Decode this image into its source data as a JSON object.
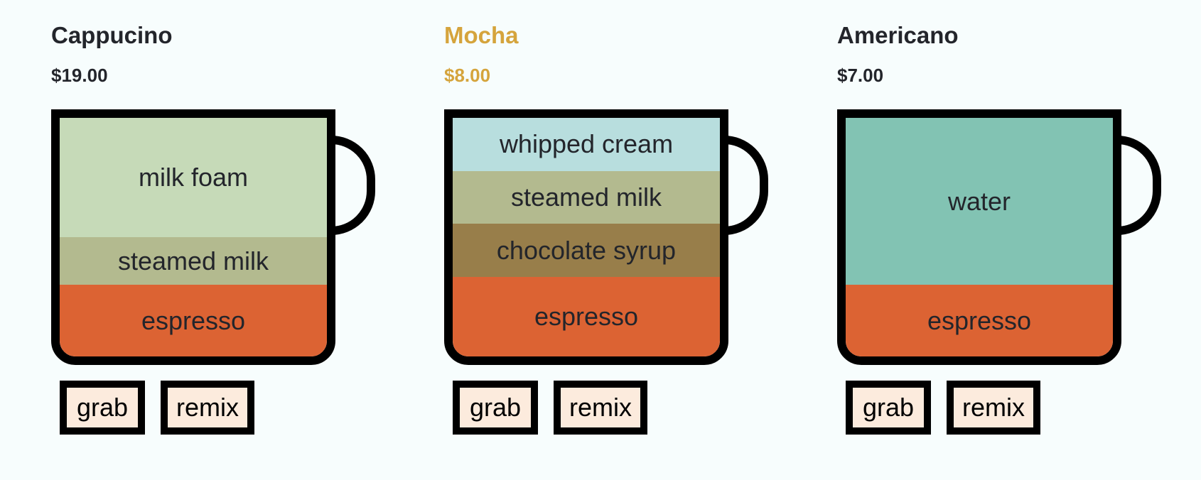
{
  "coffees": [
    {
      "name": "Cappucino",
      "price": "$19.00",
      "highlighted": false,
      "layers": [
        {
          "name": "milk foam",
          "color": "#c6dab8",
          "share": 2.5
        },
        {
          "name": "steamed milk",
          "color": "#b3ba8f",
          "share": 1
        },
        {
          "name": "espresso",
          "color": "#dc6333",
          "share": 1.5
        }
      ],
      "buttons": {
        "grab": "grab",
        "remix": "remix"
      }
    },
    {
      "name": "Mocha",
      "price": "$8.00",
      "highlighted": true,
      "layers": [
        {
          "name": "whipped cream",
          "color": "#b8dede",
          "share": 1
        },
        {
          "name": "steamed milk",
          "color": "#b3ba8f",
          "share": 1
        },
        {
          "name": "chocolate syrup",
          "color": "#987e4a",
          "share": 1
        },
        {
          "name": "espresso",
          "color": "#dc6333",
          "share": 1.5
        }
      ],
      "buttons": {
        "grab": "grab",
        "remix": "remix"
      }
    },
    {
      "name": "Americano",
      "price": "$7.00",
      "highlighted": false,
      "layers": [
        {
          "name": "water",
          "color": "#82c3b3",
          "share": 3.5
        },
        {
          "name": "espresso",
          "color": "#dc6333",
          "share": 1.5
        }
      ],
      "buttons": {
        "grab": "grab",
        "remix": "remix"
      }
    }
  ],
  "colors": {
    "background": "#f7fdfd",
    "highlight": "#d5a43c",
    "text": "#23252b",
    "cup_outline": "#000000",
    "button_fill": "#fcebdd"
  }
}
